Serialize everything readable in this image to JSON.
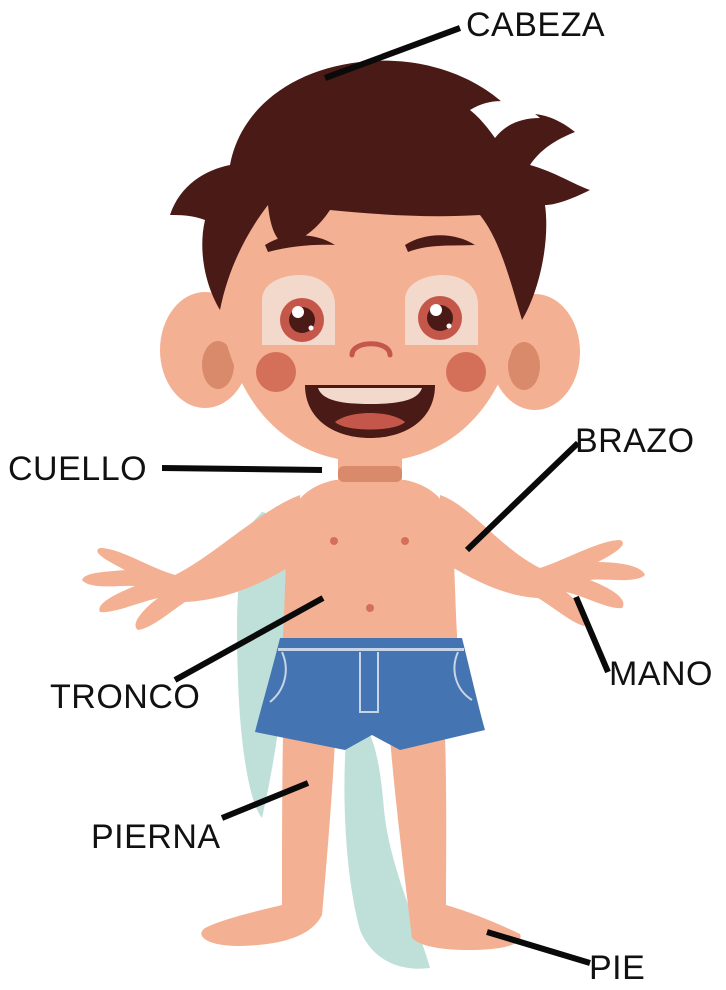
{
  "labels": {
    "cabeza": "CABEZA",
    "cuello": "CUELLO",
    "brazo": "BRAZO",
    "mano": "MANO",
    "tronco": "TRONCO",
    "pierna": "PIERNA",
    "pie": "PIE"
  },
  "colors": {
    "skin": "#f4b093",
    "skin_shadow": "#d98a6a",
    "hair": "#4a1a17",
    "cheek": "#d4705a",
    "shorts": "#4474b1",
    "watercolor": "#a9d6cc",
    "leader_line": "#0a0a0a",
    "text": "#111111"
  }
}
